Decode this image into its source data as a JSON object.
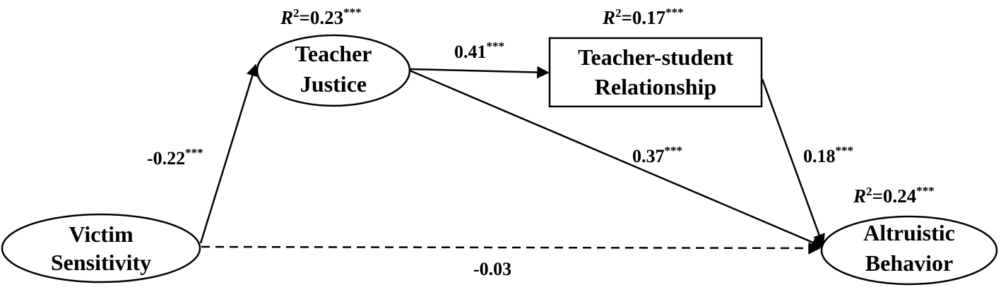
{
  "nodes": {
    "victim": {
      "line1": "Victim",
      "line2": "Sensitivity"
    },
    "justice": {
      "line1": "Teacher",
      "line2": "Justice",
      "r2_value": "=0.23",
      "r2_stars": "***"
    },
    "relationship": {
      "line1": "Teacher-student",
      "line2": "Relationship",
      "r2_value": "=0.17",
      "r2_stars": "***"
    },
    "altruistic": {
      "line1": "Altruistic",
      "line2": "Behavior",
      "r2_value": "=0.24",
      "r2_stars": "***"
    }
  },
  "r2_symbol": "R",
  "r2_exponent": "2",
  "paths": {
    "victim_to_justice": {
      "value": "-0.22",
      "stars": "***"
    },
    "justice_to_relationship": {
      "value": "0.41",
      "stars": "***"
    },
    "justice_to_altruistic": {
      "value": "0.37",
      "stars": "***"
    },
    "relationship_to_altruistic": {
      "value": "0.18",
      "stars": "***"
    },
    "victim_to_altruistic": {
      "value": "-0.03",
      "stars": ""
    }
  },
  "colors": {
    "stroke": "#000000",
    "background": "#ffffff"
  }
}
